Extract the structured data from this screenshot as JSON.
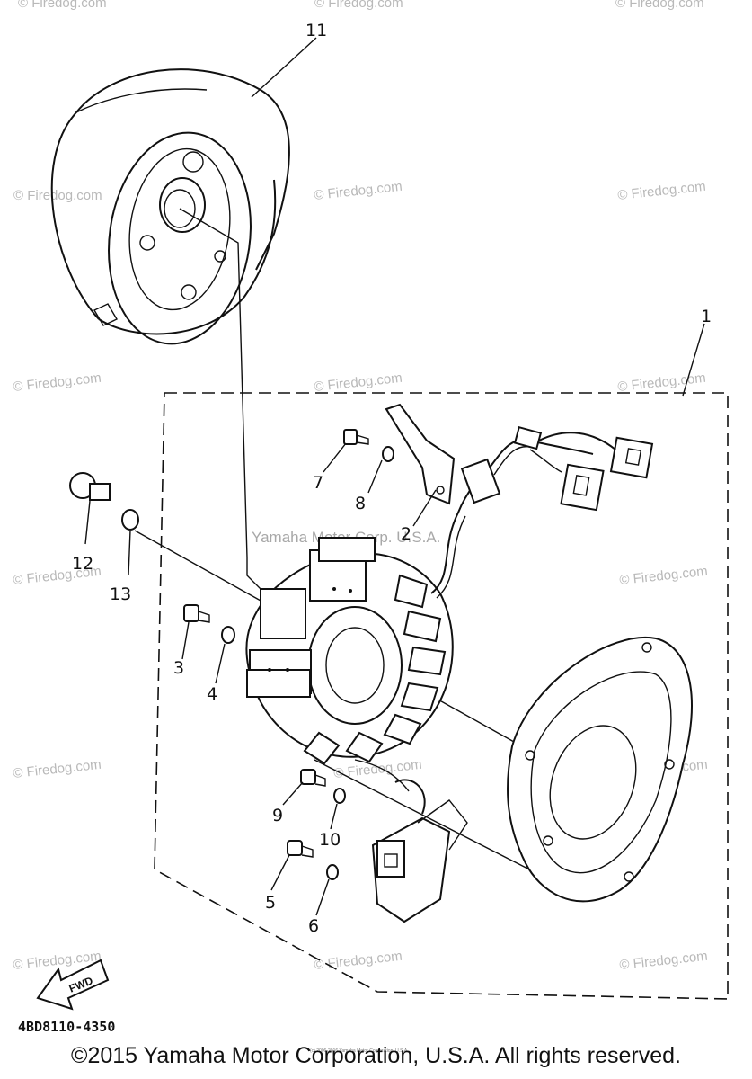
{
  "callouts": {
    "c1": "1",
    "c2": "2",
    "c3": "3",
    "c4": "4",
    "c5": "5",
    "c6": "6",
    "c7": "7",
    "c8": "8",
    "c9": "9",
    "c10": "10",
    "c11": "11",
    "c12": "12",
    "c13": "13"
  },
  "watermarks": {
    "firedog": "© Firedog.com",
    "center": "Yamaha Motor Corp. U.S.A."
  },
  "fwd_label": "FWD",
  "part_code": "4BD8110-4350",
  "tiny_print": "(c) 2006-2016 Yamaha Motor Corporation, U.S.A.",
  "copyright": "©2015 Yamaha Motor Corporation, U.S.A. All rights reserved."
}
